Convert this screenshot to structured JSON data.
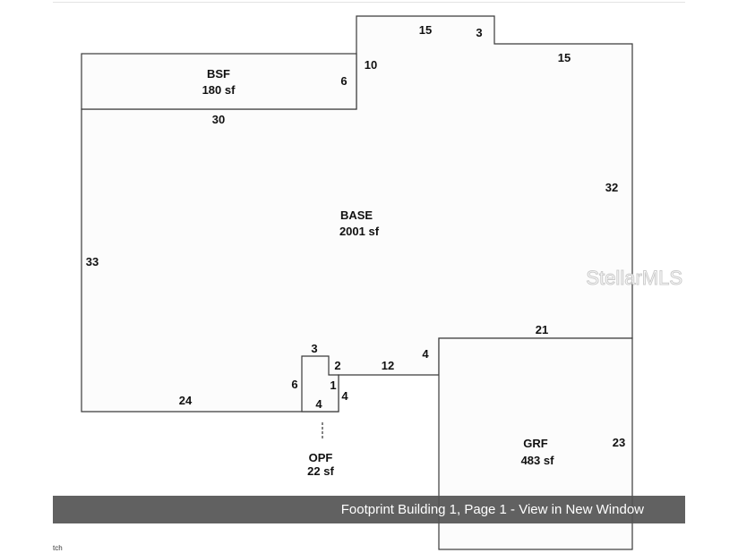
{
  "rooms": {
    "bsf": {
      "name": "BSF",
      "area": "180 sf"
    },
    "base": {
      "name": "BASE",
      "area": "2001 sf"
    },
    "grf": {
      "name": "GRF",
      "area": "483 sf"
    },
    "opf": {
      "name": "OPF",
      "area": "22 sf"
    }
  },
  "dimensions": {
    "top_15": "15",
    "top_3": "3",
    "right_top_15": "15",
    "step_10": "10",
    "bsf_6": "6",
    "bsf_30": "30",
    "right_32": "32",
    "left_33": "33",
    "grf_top_21": "21",
    "grf_right_23": "23",
    "step_4": "4",
    "run_12": "12",
    "notch_2": "2",
    "notch_1": "1",
    "notch_3": "3",
    "notch_6": "6",
    "notch_4_right": "4",
    "notch_4_bottom": "4",
    "bottom_24": "24"
  },
  "watermark": "StellarMLS",
  "caption": "Footprint Building 1, Page 1 - View in New Window",
  "footer": "tch"
}
